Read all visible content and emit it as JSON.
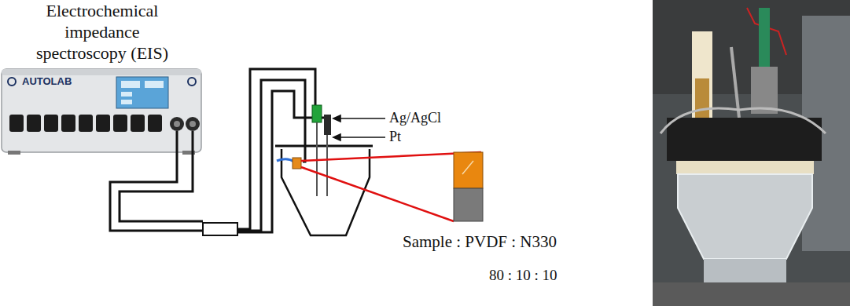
{
  "diagram": {
    "nodes": [
      {
        "text": [
          "Electrochemical impedance spectroscopy (EIS)",
          "AUTOLAB"
        ]
      }
    ],
    "labels": [
      "Ag/AgCl",
      "Pt",
      "Sample : PVDF : N330",
      "80 : 10 : 10"
    ]
  }
}
